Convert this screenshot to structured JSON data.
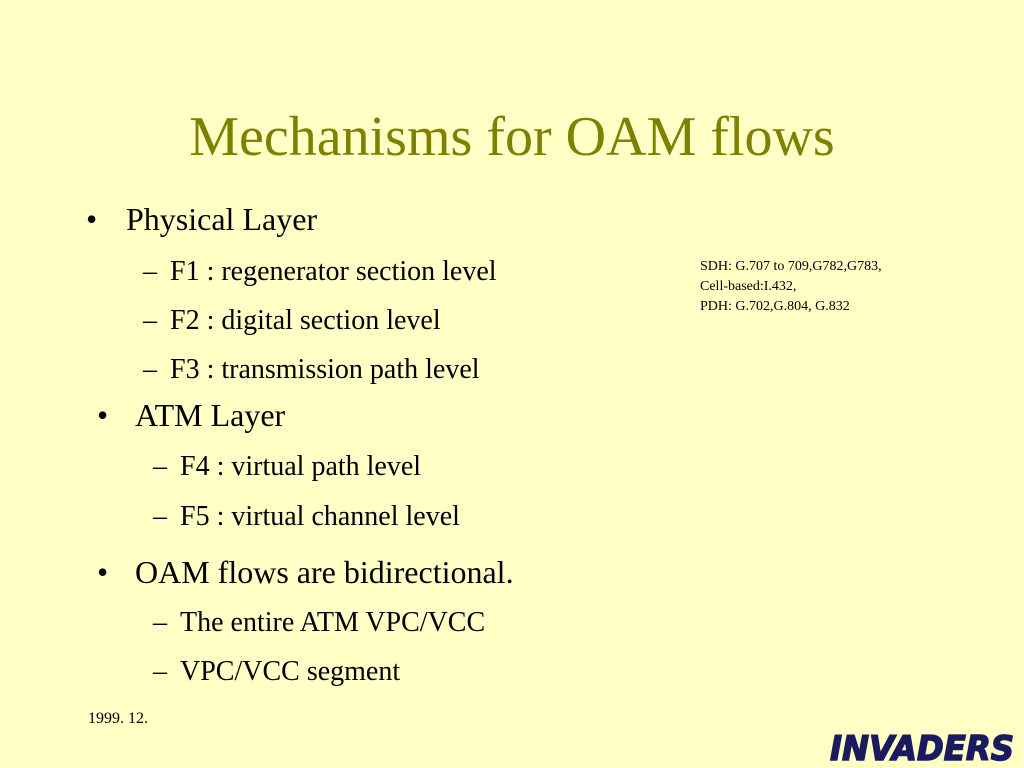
{
  "slide": {
    "title": "Mechanisms for OAM flows",
    "bullet_char": "•",
    "dash_char": "–",
    "sections": [
      {
        "heading": "Physical Layer",
        "items": [
          "F1 : regenerator section level",
          "F2 : digital section level",
          "F3 : transmission path level"
        ]
      },
      {
        "heading": "ATM Layer",
        "items": [
          "F4 : virtual path level",
          "F5 : virtual channel level"
        ]
      },
      {
        "heading": "OAM flows are bidirectional.",
        "items": [
          "The entire ATM VPC/VCC",
          "VPC/VCC segment"
        ]
      }
    ],
    "note_lines": [
      "SDH: G.707 to 709,G782,G783,",
      "Cell-based:I.432,",
      "PDH: G.702,G.804, G.832"
    ],
    "footer_date": "1999. 12.",
    "logo_text": "INVADERS"
  },
  "colors": {
    "background": "#ffffc6",
    "title": "#808000",
    "text": "#000000",
    "logo": "#1a1a5e"
  }
}
